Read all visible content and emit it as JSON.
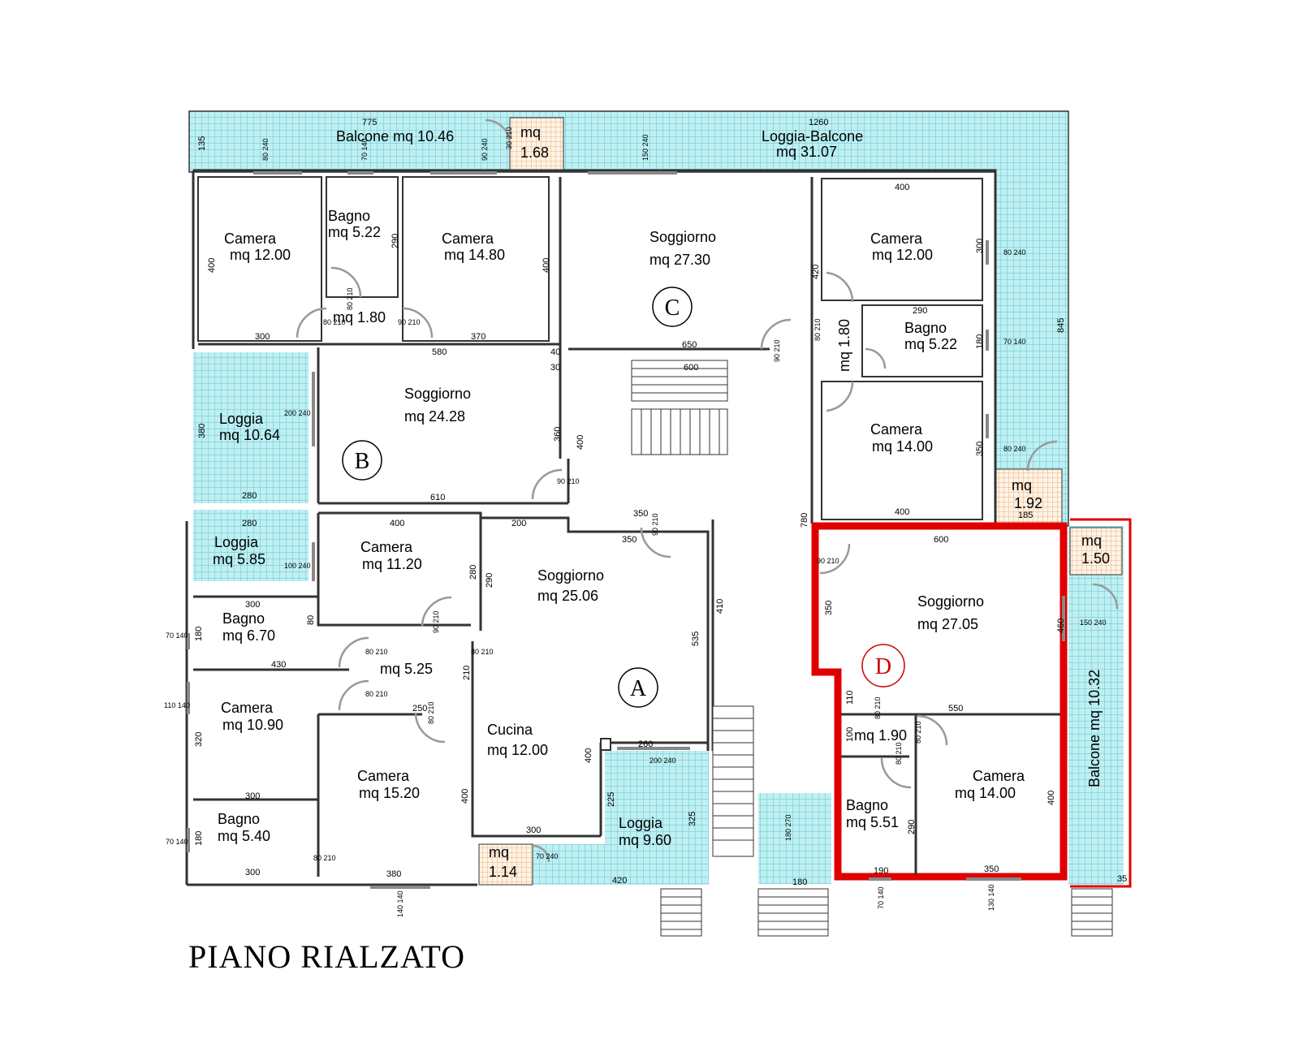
{
  "title": "PIANO RIALZATO",
  "units": {
    "a": "A",
    "b": "B",
    "c": "C",
    "d": "D"
  },
  "colors": {
    "tile": "#bfeff2",
    "grid": "#5fc6cf",
    "terracotta": "#e9b07c",
    "highlight": "#e00000",
    "wall": "#333333"
  },
  "rooms": {
    "balcone_top": {
      "name": "Balcone mq 10.46"
    },
    "mq168": {
      "name": "mq",
      "area": "1.68"
    },
    "loggia_balcone": {
      "name": "Loggia-Balcone",
      "area": "mq 31.07"
    },
    "b_camera1": {
      "name": "Camera",
      "area": "mq 12.00"
    },
    "b_bagno1": {
      "name": "Bagno",
      "area": "mq 5.22"
    },
    "b_camera2": {
      "name": "Camera",
      "area": "mq 14.80"
    },
    "b_hall": {
      "name": "mq 1.80"
    },
    "c_soggiorno": {
      "name": "Soggiorno",
      "area": "mq 27.30"
    },
    "c_camera1": {
      "name": "Camera",
      "area": "mq 12.00"
    },
    "c_hall": {
      "name": "mq 1.80"
    },
    "c_bagno": {
      "name": "Bagno",
      "area": "mq 5.22"
    },
    "c_camera2": {
      "name": "Camera",
      "area": "mq 14.00"
    },
    "mq192": {
      "name": "mq",
      "area": "1.92"
    },
    "b_loggia": {
      "name": "Loggia",
      "area": "mq 10.64"
    },
    "b_soggiorno": {
      "name": "Soggiorno",
      "area": "mq 24.28"
    },
    "a_loggia": {
      "name": "Loggia",
      "area": "mq 5.85"
    },
    "a_camera1": {
      "name": "Camera",
      "area": "mq 11.20"
    },
    "a_soggiorno": {
      "name": "Soggiorno",
      "area": "mq 25.06"
    },
    "a_bagno1": {
      "name": "Bagno",
      "area": "mq 6.70"
    },
    "a_hall": {
      "name": "mq 5.25"
    },
    "a_camera2": {
      "name": "Camera",
      "area": "mq 10.90"
    },
    "a_camera3": {
      "name": "Camera",
      "area": "mq 15.20"
    },
    "a_cucina": {
      "name": "Cucina",
      "area": "mq 12.00"
    },
    "a_bagno2": {
      "name": "Bagno",
      "area": "mq 5.40"
    },
    "a_loggia2": {
      "name": "Loggia",
      "area": "mq 9.60"
    },
    "mq114": {
      "name": "mq",
      "area": "1.14"
    },
    "mq150": {
      "name": "mq",
      "area": "1.50"
    },
    "d_soggiorno": {
      "name": "Soggiorno",
      "area": "mq 27.05"
    },
    "d_hall": {
      "name": "mq 1.90"
    },
    "d_bagno": {
      "name": "Bagno",
      "area": "mq 5.51"
    },
    "d_camera": {
      "name": "Camera",
      "area": "mq 14.00"
    },
    "d_balcone": {
      "name": "Balcone mq 10.32"
    }
  },
  "dimensions": {
    "d775": "775",
    "d1260": "1260",
    "d135": "135",
    "d400a": "400",
    "d290a": "290",
    "d400b": "400",
    "d300a": "300",
    "d370": "370",
    "d580": "580",
    "d40": "40",
    "d30": "30",
    "d650": "650",
    "d420a": "420",
    "d300b": "300",
    "d290b": "290",
    "d180a": "180",
    "d600a": "600",
    "d360": "360",
    "d400c": "400",
    "d380a": "380",
    "d280a": "280",
    "d610": "610",
    "d280b": "280",
    "d400d": "400",
    "d200": "200",
    "d350a": "350",
    "d350b": "350",
    "d780": "780",
    "d350c": "350",
    "d400e": "400",
    "d600b": "600",
    "d280c": "280",
    "d290c": "290",
    "d410": "410",
    "d300c": "300",
    "d80": "80",
    "d180b": "180",
    "d430": "430",
    "d535": "535",
    "d210": "210",
    "d250": "250",
    "d300d": "300",
    "d400f": "400",
    "d400g": "400",
    "d260": "260",
    "d225": "225",
    "d325": "325",
    "d300e": "300",
    "d180c": "180",
    "d300f": "300",
    "d380b": "380",
    "d420b": "420",
    "d350d": "350",
    "d460": "460",
    "d110": "110",
    "d550": "550",
    "d100": "100",
    "d290d": "290",
    "d400h": "400",
    "d190": "190",
    "d350e": "350",
    "d180d": "180",
    "d35": "35",
    "d185": "185",
    "d845": "845",
    "d320": "320"
  },
  "door_sizes": {
    "w80_240": "80 240",
    "w70_140": "70 140",
    "w90_240": "90 240",
    "w30_210": "30 210",
    "w150_240": "150 240",
    "w80_210": "80 210",
    "w90_210": "90 210",
    "w200_240": "200 240",
    "w100_240": "100 240",
    "w110_140": "110 140",
    "w140_140": "140 140",
    "w200_240b": "200 240",
    "w70_240": "70 240",
    "w180_270": "180 270",
    "w130_140": "130 140",
    "w70_140b": "70 140",
    "w150_240b": "150 240"
  }
}
